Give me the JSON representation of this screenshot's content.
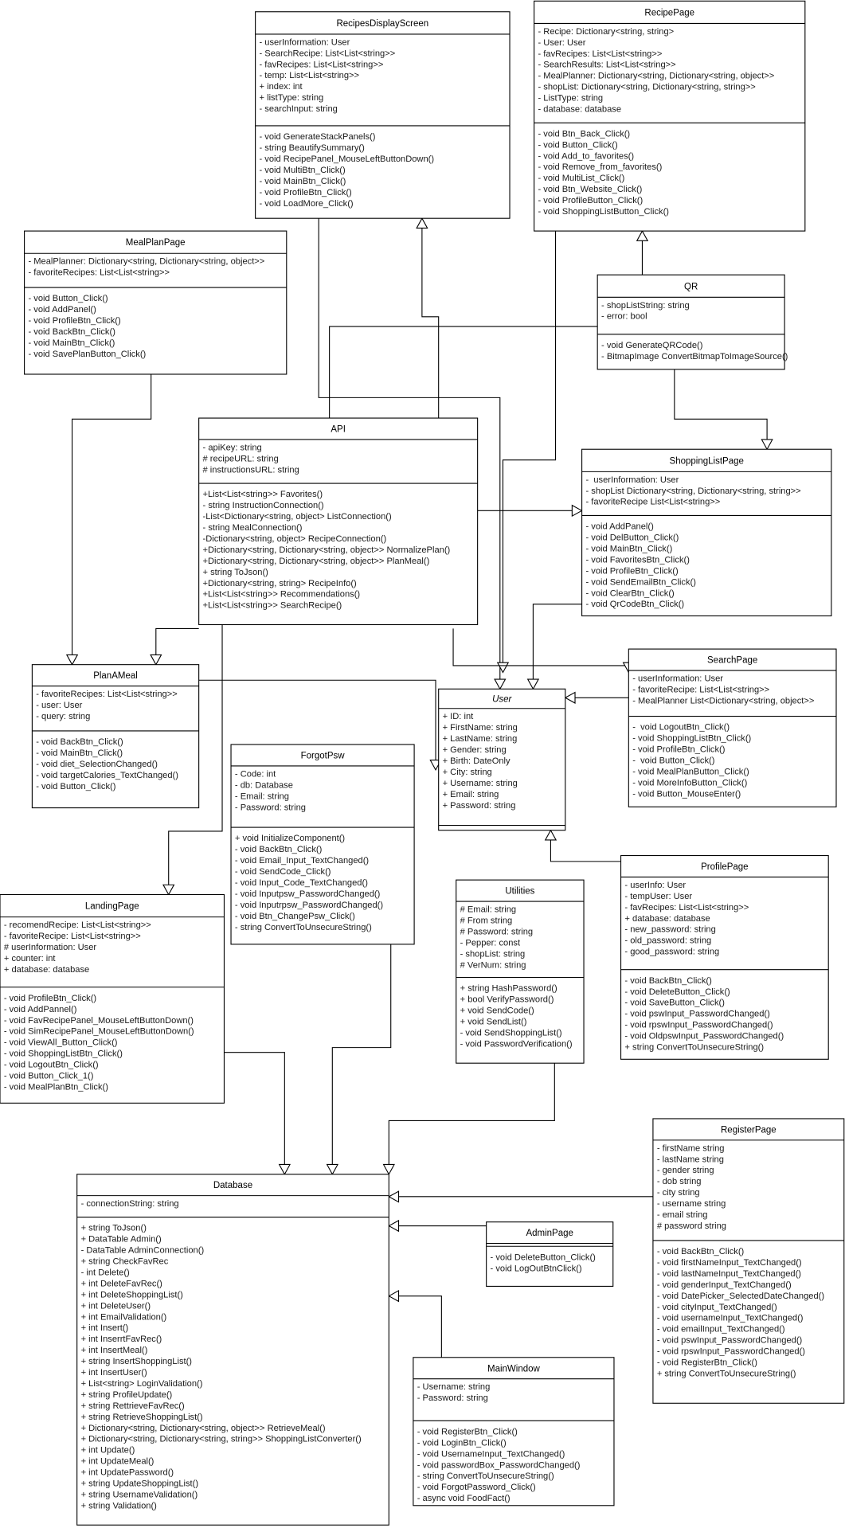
{
  "diagram": {
    "type": "uml-class-diagram",
    "colors": {
      "line": "#000000",
      "background": "#ffffff"
    },
    "classes": [
      {
        "name": "RecipesDisplayScreen",
        "attributes": [
          "- userInformation: User",
          "- SearchRecipe: List<List<string>>",
          "- favRecipes: List<List<string>>",
          "- temp: List<List<string>>",
          "+ index: int",
          "+ listType: string",
          "- searchInput: string"
        ],
        "methods": [
          "- void GenerateStackPanels()",
          "- string BeautifySummary()",
          "- void RecipePanel_MouseLeftButtonDown()",
          "- void MultiBtn_Click()",
          "- void MainBtn_Click()",
          "- void ProfileBtn_Click()",
          "- void LoadMore_Click()"
        ]
      },
      {
        "name": "RecipePage",
        "attributes": [
          "- Recipe: Dictionary<string, string>",
          "- User: User",
          "- favRecipes: List<List<string>>",
          "- SearchResults: List<List<string>>",
          "- MealPlanner: Dictionary<string, Dictionary<string, object>>",
          "- shopList: Dictionary<string, Dictionary<string, string>>",
          "- ListType: string",
          "- database: database"
        ],
        "methods": [
          "- void Btn_Back_Click()",
          "- void Button_Click()",
          "- void Add_to_favorites()",
          "- void Remove_from_favorites()",
          "- void MultiList_Click()",
          "- void Btn_Website_Click()",
          "- void ProfileButton_Click()",
          "- void ShoppingListButton_Click()"
        ]
      },
      {
        "name": "MealPlanPage",
        "attributes": [
          "- MealPlanner: Dictionary<string, Dictionary<string, object>>",
          "- favoriteRecipes: List<List<string>>"
        ],
        "methods": [
          "- void Button_Click()",
          "- void AddPanel()",
          "- void ProfileBtn_Click()",
          "- void BackBtn_Click()",
          "- void MainBtn_Click()",
          "- void SavePlanButton_Click()"
        ]
      },
      {
        "name": "QR",
        "attributes": [
          "- shopListString: string",
          "- error: bool"
        ],
        "methods": [
          "- void GenerateQRCode()",
          "- BitmapImage ConvertBitmapToImageSource()"
        ]
      },
      {
        "name": "API",
        "attributes": [
          "- apiKey: string",
          "# recipeURL: string",
          "# instructionsURL: string"
        ],
        "methods": [
          "+List<List<string>> Favorites()",
          "- string InstructionConnection()",
          "-List<Dictionary<string, object> ListConnection()",
          "- string MealConnection()",
          "-Dictionary<string, object> RecipeConnection()",
          "+Dictionary<string, Dictionary<string, object>> NormalizePlan()",
          "+Dictionary<string, Dictionary<string, object>> PlanMeal()",
          "+ string ToJson()",
          "+Dictionary<string, string> RecipeInfo()",
          "+List<List<string>> Recommendations()",
          "+List<List<string>> SearchRecipe()"
        ]
      },
      {
        "name": "ShoppingListPage",
        "attributes": [
          "-  userInformation: User",
          "- shopList Dictionary<string, Dictionary<string, string>>",
          "- favoriteRecipe List<List<string>>"
        ],
        "methods": [
          "- void AddPanel()",
          "- void DelButton_Click()",
          "- void MainBtn_Click()",
          "- void FavoritesBtn_Click()",
          "- void ProfileBtn_Click()",
          "- void SendEmailBtn_Click()",
          "- void ClearBtn_Click()",
          "- void QrCodeBtn_Click()"
        ]
      },
      {
        "name": "SearchPage",
        "attributes": [
          "- userInformation: User",
          "- favoriteRecipe: List<List<string>>",
          "- MealPlanner List<Dictionary<string, object>>"
        ],
        "methods": [
          "-  void LogoutBtn_Click()",
          "- void ShoppingListBtn_Click()",
          "- void ProfileBtn_Click()",
          "-  void Button_Click()",
          "- void MealPlanButton_Click()",
          "- void MoreInfoButton_Click()",
          "- void Button_MouseEnter()"
        ]
      },
      {
        "name": "PlanAMeal",
        "attributes": [
          "- favoriteRecipes: List<List<string>>",
          "- user: User",
          "- query: string"
        ],
        "methods": [
          "- void BackBtn_Click()",
          "- void MainBtn_Click()",
          "- void diet_SelectionChanged()",
          "- void targetCalories_TextChanged()",
          "- void Button_Click()"
        ]
      },
      {
        "name": "User",
        "italic": true,
        "attributes": [
          "+ ID: int",
          "+ FirstName: string",
          "+ LastName: string",
          "+ Gender: string",
          "+ Birth: DateOnly",
          "+ City: string",
          "+ Username: string",
          "+ Email: string",
          "+ Password: string"
        ],
        "methods": []
      },
      {
        "name": "ForgotPsw",
        "attributes": [
          "- Code: int",
          "- db: Database",
          "- Email: string",
          "- Password: string"
        ],
        "methods": [
          "+ void InitializeComponent()",
          "- void BackBtn_Click()",
          "- void Email_Input_TextChanged()",
          "- void SendCode_Click()",
          "- void Input_Code_TextChanged()",
          "- void Inputpsw_PasswordChanged()",
          "- void Inputrpsw_PasswordChanged()",
          "- void Btn_ChangePsw_Click()",
          "- string ConvertToUnsecureString()"
        ]
      },
      {
        "name": "Utilities",
        "attributes": [
          "# Email: string",
          "# From string",
          "# Password: string",
          "- Pepper: const",
          "- shopList: string",
          "# VerNum: string"
        ],
        "methods": [
          "+ string HashPassword()",
          "+ bool VerifyPassword()",
          "+ void SendCode()",
          "+ void SendList()",
          "- void SendShoppingList()",
          "- void PasswordVerification()"
        ]
      },
      {
        "name": "ProfilePage",
        "attributes": [
          "- userInfo: User",
          "- tempUser: User",
          "- favRecipes: List<List<string>>",
          "+ database: database",
          "- new_password: string",
          "- old_password: string",
          "- good_password: string"
        ],
        "methods": [
          "- void BackBtn_Click()",
          "- void DeleteButton_Click()",
          "- void SaveButton_Click()",
          "- void pswInput_PasswordChanged()",
          "- void rpswInput_PasswordChanged()",
          "- void OldpswInput_PasswordChanged()",
          "+ string ConvertToUnsecureString()"
        ]
      },
      {
        "name": "LandingPage",
        "attributes": [
          "- recomendRecipe: List<List<string>>",
          "- favoriteRecipe: List<List<string>>",
          "# userInformation: User",
          "+ counter: int",
          "+ database: database"
        ],
        "methods": [
          "- void ProfileBtn_Click()",
          "- void AddPannel()",
          "- void FavRecipePanel_MouseLeftButtonDown()",
          "- void SimRecipePanel_MouseLeftButtonDown()",
          "- void ViewAll_Button_Click()",
          "- void ShoppingListBtn_Click()",
          "- void LogoutBtn_Click()",
          "- void Button_Click_1()",
          "- void MealPlanBtn_Click()"
        ]
      },
      {
        "name": "RegisterPage",
        "attributes": [
          "- firstName string",
          "- lastName string",
          "- gender string",
          "- dob string",
          "- city string",
          "- username string",
          "- email string",
          "# password string"
        ],
        "methods": [
          "- void BackBtn_Click()",
          "- void firstNameInput_TextChanged()",
          "- void lastNameInput_TextChanged()",
          "- void genderInput_TextChanged()",
          "- void DatePicker_SelectedDateChanged()",
          "- void cityInput_TextChanged()",
          "- void usernameInput_TextChanged()",
          "- void emailInput_TextChanged()",
          "- void pswInput_PasswordChanged()",
          "- void rpswInput_PasswordChanged()",
          "- void RegisterBtn_Click()",
          "+ string ConvertToUnsecureString()"
        ]
      },
      {
        "name": "Database",
        "attributes": [
          "- connectionString: string"
        ],
        "methods": [
          "+ string ToJson()",
          "+ DataTable Admin()",
          "- DataTable AdminConnection()",
          "+ string CheckFavRec",
          "- int Delete()",
          "+ int DeleteFavRec()",
          "+ int DeleteShoppingList()",
          "+ int DeleteUser()",
          "+ int EmailValidation()",
          "+ int Insert()",
          "+ int InserrtFavRec()",
          "+ int InsertMeal()",
          "+ string InsertShoppingList()",
          "+ int InsertUser()",
          "+ List<string> LoginValidation()",
          "+ string ProfileUpdate()",
          "+ string RettrieveFavRec()",
          "+ string RetrieveShoppingList()",
          "+ Dictionary<string, Dictionary<string, object>> RetrieveMeal()",
          "+ Dictionary<string, Dictionary<string, string>> ShoppingListConverter()",
          "+ int Update()",
          "+ int UpdateMeal()",
          "+ int UpdatePassword()",
          "+ string UpdateShoppingList()",
          "+ string UsernameValidation()",
          "+ string Validation()"
        ]
      },
      {
        "name": "AdminPage",
        "attributes": [],
        "methods": [
          "- void DeleteButton_Click()",
          "- void LogOutBtnClick()"
        ]
      },
      {
        "name": "MainWindow",
        "attributes": [
          "- Username: string",
          "- Password: string"
        ],
        "methods": [
          "- void RegisterBtn_Click()",
          "- void LoginBtn_Click()",
          "- void UsernameInput_TextChanged()",
          "- void passwordBox_PasswordChanged()",
          "- string ConvertToUnsecureString()",
          "- void ForgotPassword_Click()",
          "- async void FoodFact()"
        ]
      }
    ],
    "relations": [
      {
        "from": "MealPlanPage",
        "to": "PlanAMeal",
        "kind": "generalization"
      },
      {
        "from": "API",
        "to": "PlanAMeal",
        "kind": "generalization"
      },
      {
        "from": "API",
        "to": "LandingPage",
        "kind": "generalization"
      },
      {
        "from": "RecipesDisplayScreen",
        "to": "User",
        "kind": "generalization"
      },
      {
        "from": "API",
        "to": "RecipePage",
        "kind": "generalization"
      },
      {
        "from": "API",
        "to": "RecipesDisplayScreen",
        "kind": "generalization"
      },
      {
        "from": "RecipePage",
        "to": "User",
        "kind": "generalization"
      },
      {
        "from": "QR",
        "to": "ShoppingListPage",
        "kind": "generalization"
      },
      {
        "from": "API",
        "to": "ShoppingListPage",
        "kind": "generalization"
      },
      {
        "from": "ShoppingListPage",
        "to": "User",
        "kind": "generalization"
      },
      {
        "from": "API",
        "to": "SearchPage",
        "kind": "generalization"
      },
      {
        "from": "SearchPage",
        "to": "User",
        "kind": "generalization"
      },
      {
        "from": "PlanAMeal",
        "to": "User",
        "kind": "generalization"
      },
      {
        "from": "ProfilePage",
        "to": "User",
        "kind": "generalization"
      },
      {
        "from": "LandingPage",
        "to": "Database",
        "kind": "generalization"
      },
      {
        "from": "ForgotPsw",
        "to": "Database",
        "kind": "generalization"
      },
      {
        "from": "Utilities",
        "to": "Database",
        "kind": "generalization"
      },
      {
        "from": "RegisterPage",
        "to": "Database",
        "kind": "generalization"
      },
      {
        "from": "AdminPage",
        "to": "Database",
        "kind": "generalization"
      },
      {
        "from": "MainWindow",
        "to": "Database",
        "kind": "generalization"
      }
    ]
  }
}
